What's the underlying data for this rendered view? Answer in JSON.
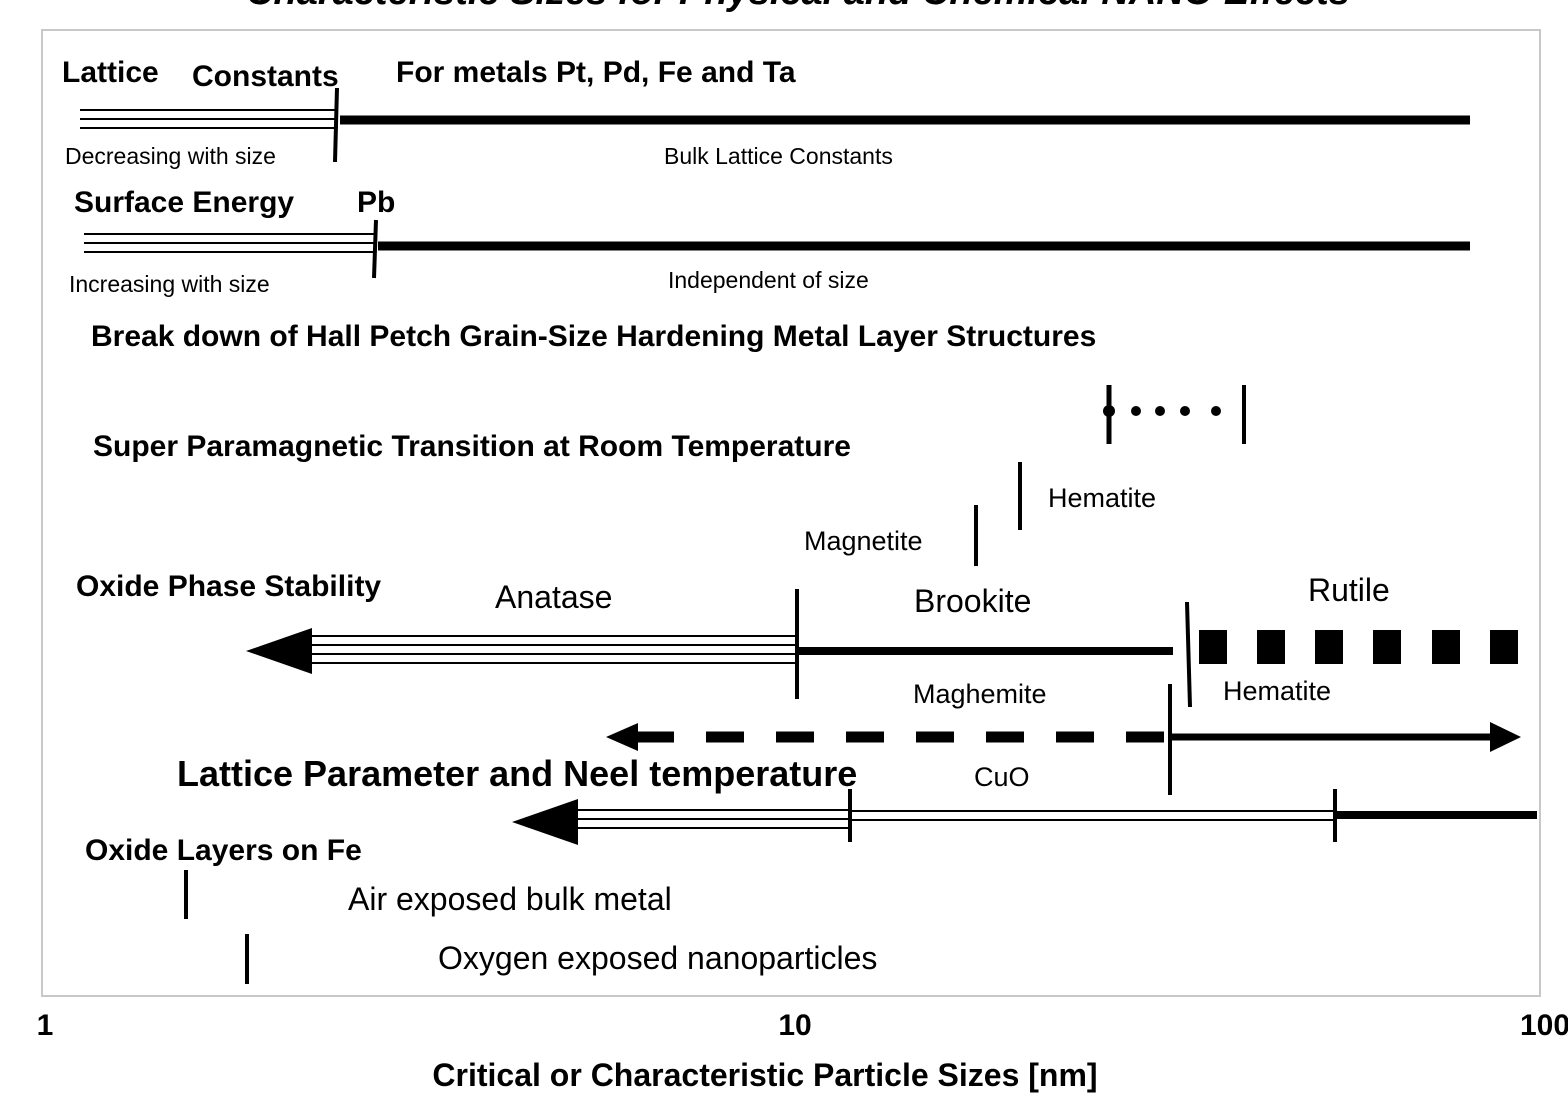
{
  "title": "Characteristic Sizes for Physical and Chemical NANO Effects",
  "x_axis": {
    "label": "Critical or Characteristic Particle Sizes [nm]",
    "ticks": [
      "1",
      "10",
      "100"
    ],
    "scale": "log"
  },
  "rows": {
    "lattice_constants": {
      "heading": "Lattice",
      "heading2": "Constants",
      "subtitle": "For metals Pt, Pd, Fe and Ta",
      "left_note": "Decreasing with size",
      "right_note": "Bulk Lattice Constants"
    },
    "surface_energy": {
      "heading": "Surface Energy",
      "element": "Pb",
      "left_note": "Increasing with size",
      "right_note": "Independent of size"
    },
    "hall_petch": {
      "heading": "Break down of Hall Petch Grain-Size Hardening Metal Layer Structures"
    },
    "superparamagnetic": {
      "heading": "Super Paramagnetic Transition at Room Temperature",
      "hematite": "Hematite",
      "magnetite": "Magnetite"
    },
    "oxide_phase": {
      "heading": "Oxide Phase Stability",
      "anatase": "Anatase",
      "brookite": "Brookite",
      "rutile": "Rutile",
      "maghemite": "Maghemite",
      "hematite": "Hematite"
    },
    "neel": {
      "heading": "Lattice Parameter and Neel temperature",
      "material": "CuO"
    },
    "oxide_layers": {
      "heading": "Oxide Layers on Fe",
      "air": "Air exposed bulk metal",
      "oxygen": "Oxygen exposed nanoparticles"
    }
  }
}
